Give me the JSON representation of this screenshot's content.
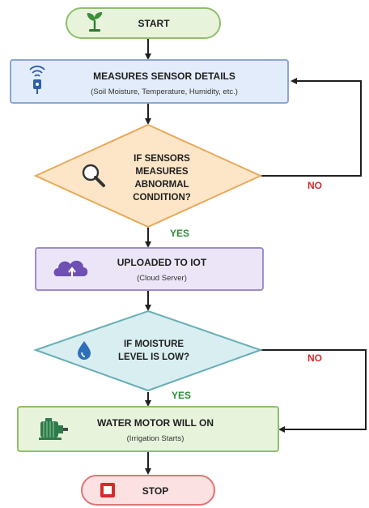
{
  "nodes": {
    "start": {
      "label": "START",
      "icon": "sprout-icon"
    },
    "measure": {
      "title": "MEASURES SENSOR DETAILS",
      "subtitle": "(Soil Moisture, Temperature, Humidity, etc.)",
      "icon": "sensor-icon"
    },
    "abnormal": {
      "lines": [
        "IF SENSORS",
        "MEASURES",
        "ABNORMAL",
        "CONDITION?"
      ],
      "icon": "magnifier-icon"
    },
    "upload": {
      "title": "UPLOADED TO IOT",
      "subtitle": "(Cloud Server)",
      "icon": "cloud-upload-icon"
    },
    "moisture": {
      "lines": [
        "IF MOISTURE",
        "LEVEL IS LOW?"
      ],
      "icon": "water-drop-icon"
    },
    "motor": {
      "title": "WATER MOTOR WILL ON",
      "subtitle": "(Irrigation Starts)",
      "icon": "motor-icon"
    },
    "stop": {
      "label": "STOP",
      "icon": "stop-icon"
    }
  },
  "edges": {
    "abnormal_yes": "YES",
    "abnormal_no": "NO",
    "moisture_yes": "YES",
    "moisture_no": "NO"
  },
  "colors": {
    "start_fill": "#e8f3dc",
    "start_stroke": "#8fbf6a",
    "process_fill": "#e3ecfa",
    "process_stroke": "#8aa6d6",
    "decision1_fill": "#fde6c8",
    "decision1_stroke": "#e8a85a",
    "upload_fill": "#ebe5f7",
    "upload_stroke": "#9d8dcc",
    "decision2_fill": "#d8eef0",
    "decision2_stroke": "#69aeb5",
    "motor_fill": "#e8f3dc",
    "motor_stroke": "#8fbf6a",
    "stop_fill": "#fbe1e1",
    "stop_stroke": "#e07575",
    "arrow": "#1f1f1f",
    "yes": "#2e8b3a",
    "no": "#d62a2a"
  }
}
